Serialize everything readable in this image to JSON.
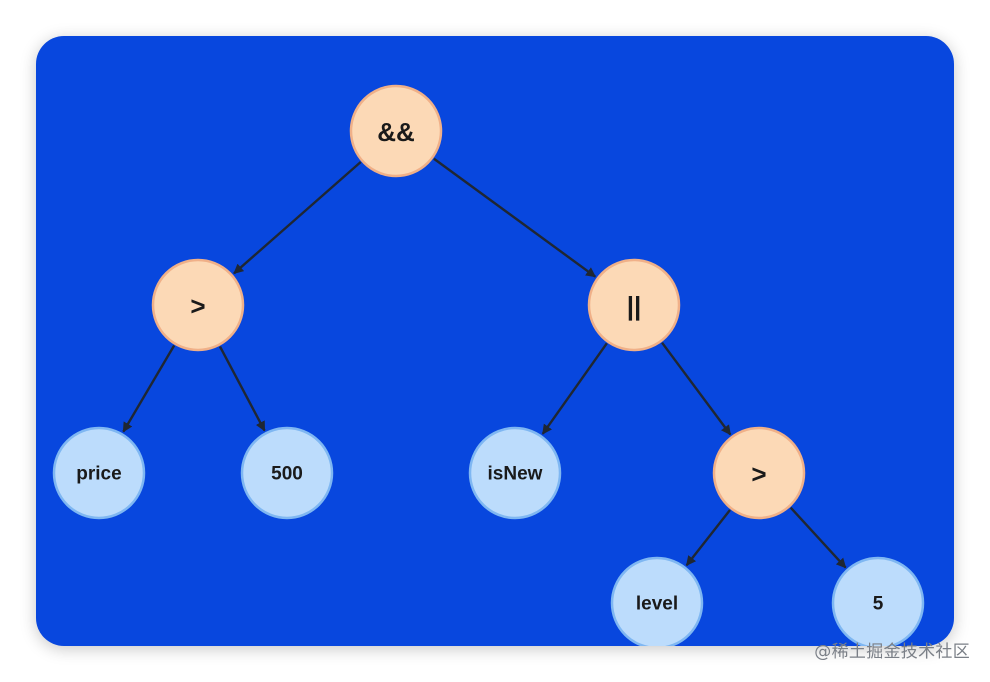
{
  "diagram": {
    "type": "expression-tree",
    "colors": {
      "background": "#0847de",
      "operator_fill": "#fcd9b6",
      "operator_stroke": "#f0b088",
      "operand_fill": "#bcdcfc",
      "operand_stroke": "#7fb7f2",
      "edge": "#1f2733",
      "text": "#1a1a1a"
    },
    "nodes": [
      {
        "id": "and",
        "label": "&&",
        "kind": "operator"
      },
      {
        "id": "gt1",
        "label": ">",
        "kind": "operator"
      },
      {
        "id": "or",
        "label": "||",
        "kind": "operator"
      },
      {
        "id": "price",
        "label": "price",
        "kind": "operand"
      },
      {
        "id": "n500",
        "label": "500",
        "kind": "operand"
      },
      {
        "id": "isnew",
        "label": "isNew",
        "kind": "operand"
      },
      {
        "id": "gt2",
        "label": ">",
        "kind": "operator"
      },
      {
        "id": "level",
        "label": "level",
        "kind": "operand"
      },
      {
        "id": "n5",
        "label": "5",
        "kind": "operand"
      }
    ],
    "edges": [
      {
        "from": "and",
        "to": "gt1"
      },
      {
        "from": "and",
        "to": "or"
      },
      {
        "from": "gt1",
        "to": "price"
      },
      {
        "from": "gt1",
        "to": "n500"
      },
      {
        "from": "or",
        "to": "isnew"
      },
      {
        "from": "or",
        "to": "gt2"
      },
      {
        "from": "gt2",
        "to": "level"
      },
      {
        "from": "gt2",
        "to": "n5"
      }
    ]
  },
  "credit": "@稀土掘金技术社区"
}
